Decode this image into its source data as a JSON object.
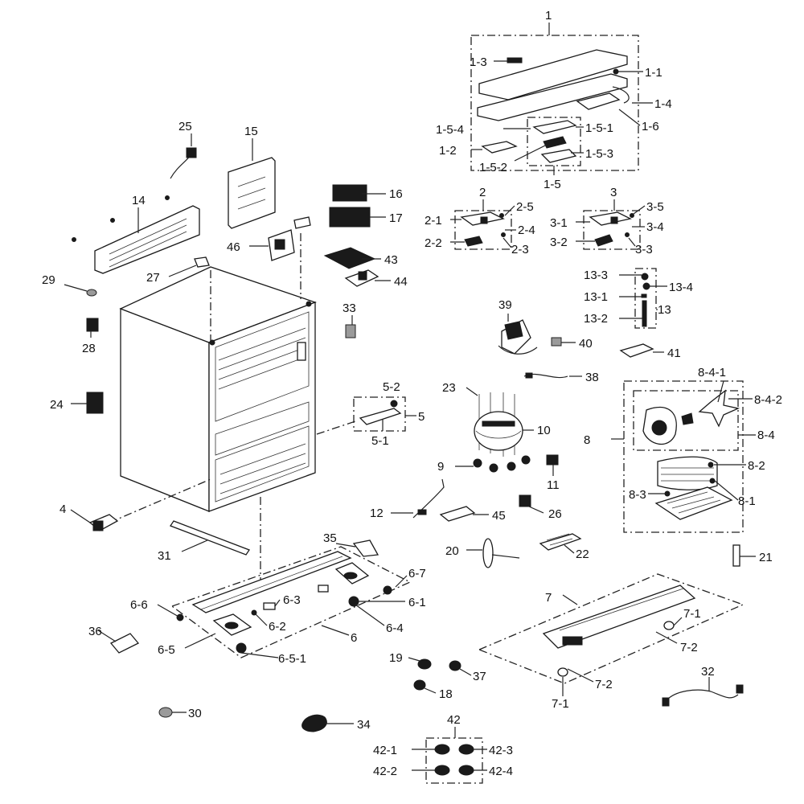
{
  "labels": {
    "p1": "1",
    "p1_1": "1-1",
    "p1_2": "1-2",
    "p1_3": "1-3",
    "p1_4": "1-4",
    "p1_5": "1-5",
    "p1_5_1": "1-5-1",
    "p1_5_2": "1-5-2",
    "p1_5_3": "1-5-3",
    "p1_5_4": "1-5-4",
    "p1_6": "1-6",
    "p2": "2",
    "p2_1": "2-1",
    "p2_2": "2-2",
    "p2_3": "2-3",
    "p2_4": "2-4",
    "p2_5": "2-5",
    "p3": "3",
    "p3_1": "3-1",
    "p3_2": "3-2",
    "p3_3": "3-3",
    "p3_4": "3-4",
    "p3_5": "3-5",
    "p4": "4",
    "p5": "5",
    "p5_1": "5-1",
    "p5_2": "5-2",
    "p6": "6",
    "p6_1": "6-1",
    "p6_2": "6-2",
    "p6_3": "6-3",
    "p6_4": "6-4",
    "p6_5": "6-5",
    "p6_5_1": "6-5-1",
    "p6_6": "6-6",
    "p6_7": "6-7",
    "p7": "7",
    "p7_1a": "7-1",
    "p7_1b": "7-1",
    "p7_2a": "7-2",
    "p7_2b": "7-2",
    "p8": "8",
    "p8_1": "8-1",
    "p8_2": "8-2",
    "p8_3": "8-3",
    "p8_4": "8-4",
    "p8_4_1": "8-4-1",
    "p8_4_2": "8-4-2",
    "p9": "9",
    "p10": "10",
    "p11": "11",
    "p12": "12",
    "p13": "13",
    "p13_1": "13-1",
    "p13_2": "13-2",
    "p13_3": "13-3",
    "p13_4": "13-4",
    "p14": "14",
    "p15": "15",
    "p16": "16",
    "p17": "17",
    "p18": "18",
    "p19": "19",
    "p20": "20",
    "p21": "21",
    "p22": "22",
    "p23": "23",
    "p24": "24",
    "p25": "25",
    "p26": "26",
    "p27": "27",
    "p28": "28",
    "p29": "29",
    "p30": "30",
    "p31": "31",
    "p32": "32",
    "p33": "33",
    "p34": "34",
    "p35": "35",
    "p36": "36",
    "p37": "37",
    "p38": "38",
    "p39": "39",
    "p40": "40",
    "p41": "41",
    "p42": "42",
    "p42_1": "42-1",
    "p42_2": "42-2",
    "p42_3": "42-3",
    "p42_4": "42-4",
    "p43": "43",
    "p44": "44",
    "p45": "45",
    "p46": "46"
  }
}
